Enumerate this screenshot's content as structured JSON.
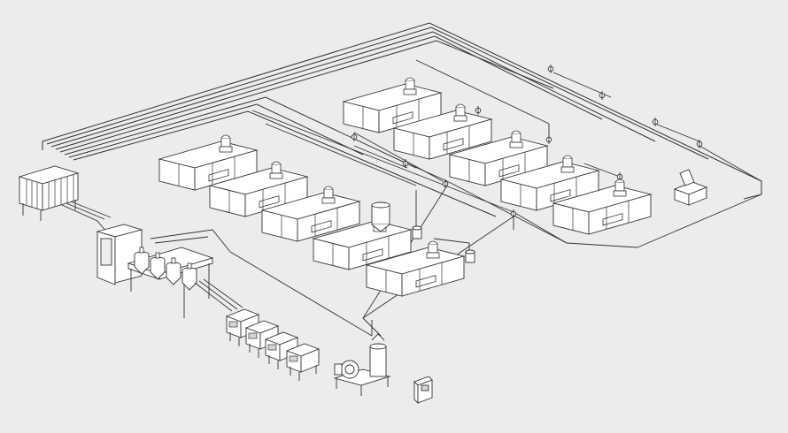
{
  "diagram": {
    "type": "central-material-conveying-system",
    "background_color": "#ececec",
    "line_color": "#333333",
    "fill_color": "#ffffff",
    "counts": {
      "injection_molding_machines": 10,
      "pipe_valves": 11,
      "storage_silos": 4,
      "dryer_units": 4,
      "small_pickup_bins": 2,
      "vacuum_pump_stations": 1,
      "control_cabinets": 2,
      "granulators": 1,
      "distribution_manifolds": 1
    }
  }
}
